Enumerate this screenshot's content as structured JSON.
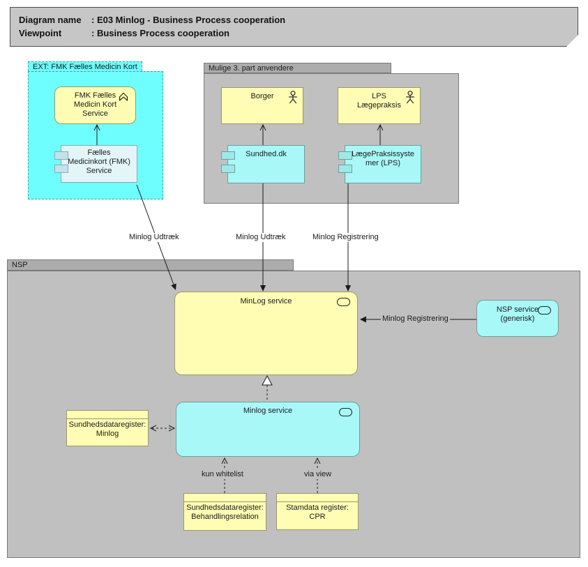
{
  "title_block": {
    "rows": [
      {
        "label": "Diagram name",
        "value": ": E03 Minlog - Business Process cooperation"
      },
      {
        "label": "Viewpoint",
        "value": ": Business Process cooperation"
      }
    ]
  },
  "groups": {
    "ext_fmk": {
      "label": "EXT: FMK Fælles Medicin Kort"
    },
    "mulige": {
      "label": "Mulige 3. part anvendere"
    },
    "nsp": {
      "label": "NSP"
    }
  },
  "nodes": {
    "fmk_service": {
      "label": "FMK Fælles Medicin Kort Service",
      "type": "business-process"
    },
    "fmk_component": {
      "label": "Fælles Medicinkort (FMK) Service",
      "type": "component"
    },
    "borger": {
      "label": "Borger",
      "type": "business-actor"
    },
    "lps_actor": {
      "label": "LPS Lægepraksis",
      "type": "business-actor"
    },
    "sundhed_dk": {
      "label": "Sundhed.dk",
      "type": "component"
    },
    "lps_system": {
      "label": "LægePraksissystemer (LPS)",
      "type": "component"
    },
    "minlog_service_main": {
      "label": "MinLog service",
      "type": "application-service"
    },
    "nsp_service_generisk": {
      "label": "NSP service (generisk)",
      "type": "application-service"
    },
    "minlog_service_inner": {
      "label": "Minlog service",
      "type": "application-service"
    },
    "sdr_minlog": {
      "label": "Sundhedsdataregister: Minlog",
      "type": "data-object"
    },
    "sdr_behandlingsrelation": {
      "label": "Sundhedsdataregister: Behandlingsrelation",
      "type": "data-object"
    },
    "stamdata_cpr": {
      "label": "Stamdata register: CPR",
      "type": "data-object"
    }
  },
  "edge_labels": {
    "fmk_udtraek": "Minlog Udtræk",
    "sundhed_udtraek": "Minlog Udtræk",
    "lps_registrering": "Minlog Registrering",
    "nsp_registrering": "Minlog Registrering",
    "kun_whitelist": "kun whitelist",
    "via_view": "via view"
  },
  "icons": {
    "actor": "person-icon",
    "service": "oval-icon",
    "process": "chevron-icon",
    "component": "component-tabs-icon"
  },
  "colors": {
    "cyan_group": "#6FFEFE",
    "cyan_node": "#A9F8F8",
    "light_component": "#E3F5F9",
    "yellow_node": "#FFFDB4",
    "gray_group_body": "#C0C0C0",
    "gray_group_tab": "#ACACAC",
    "title_fill": "#C6C6C6",
    "line": "#1A1A1A"
  }
}
